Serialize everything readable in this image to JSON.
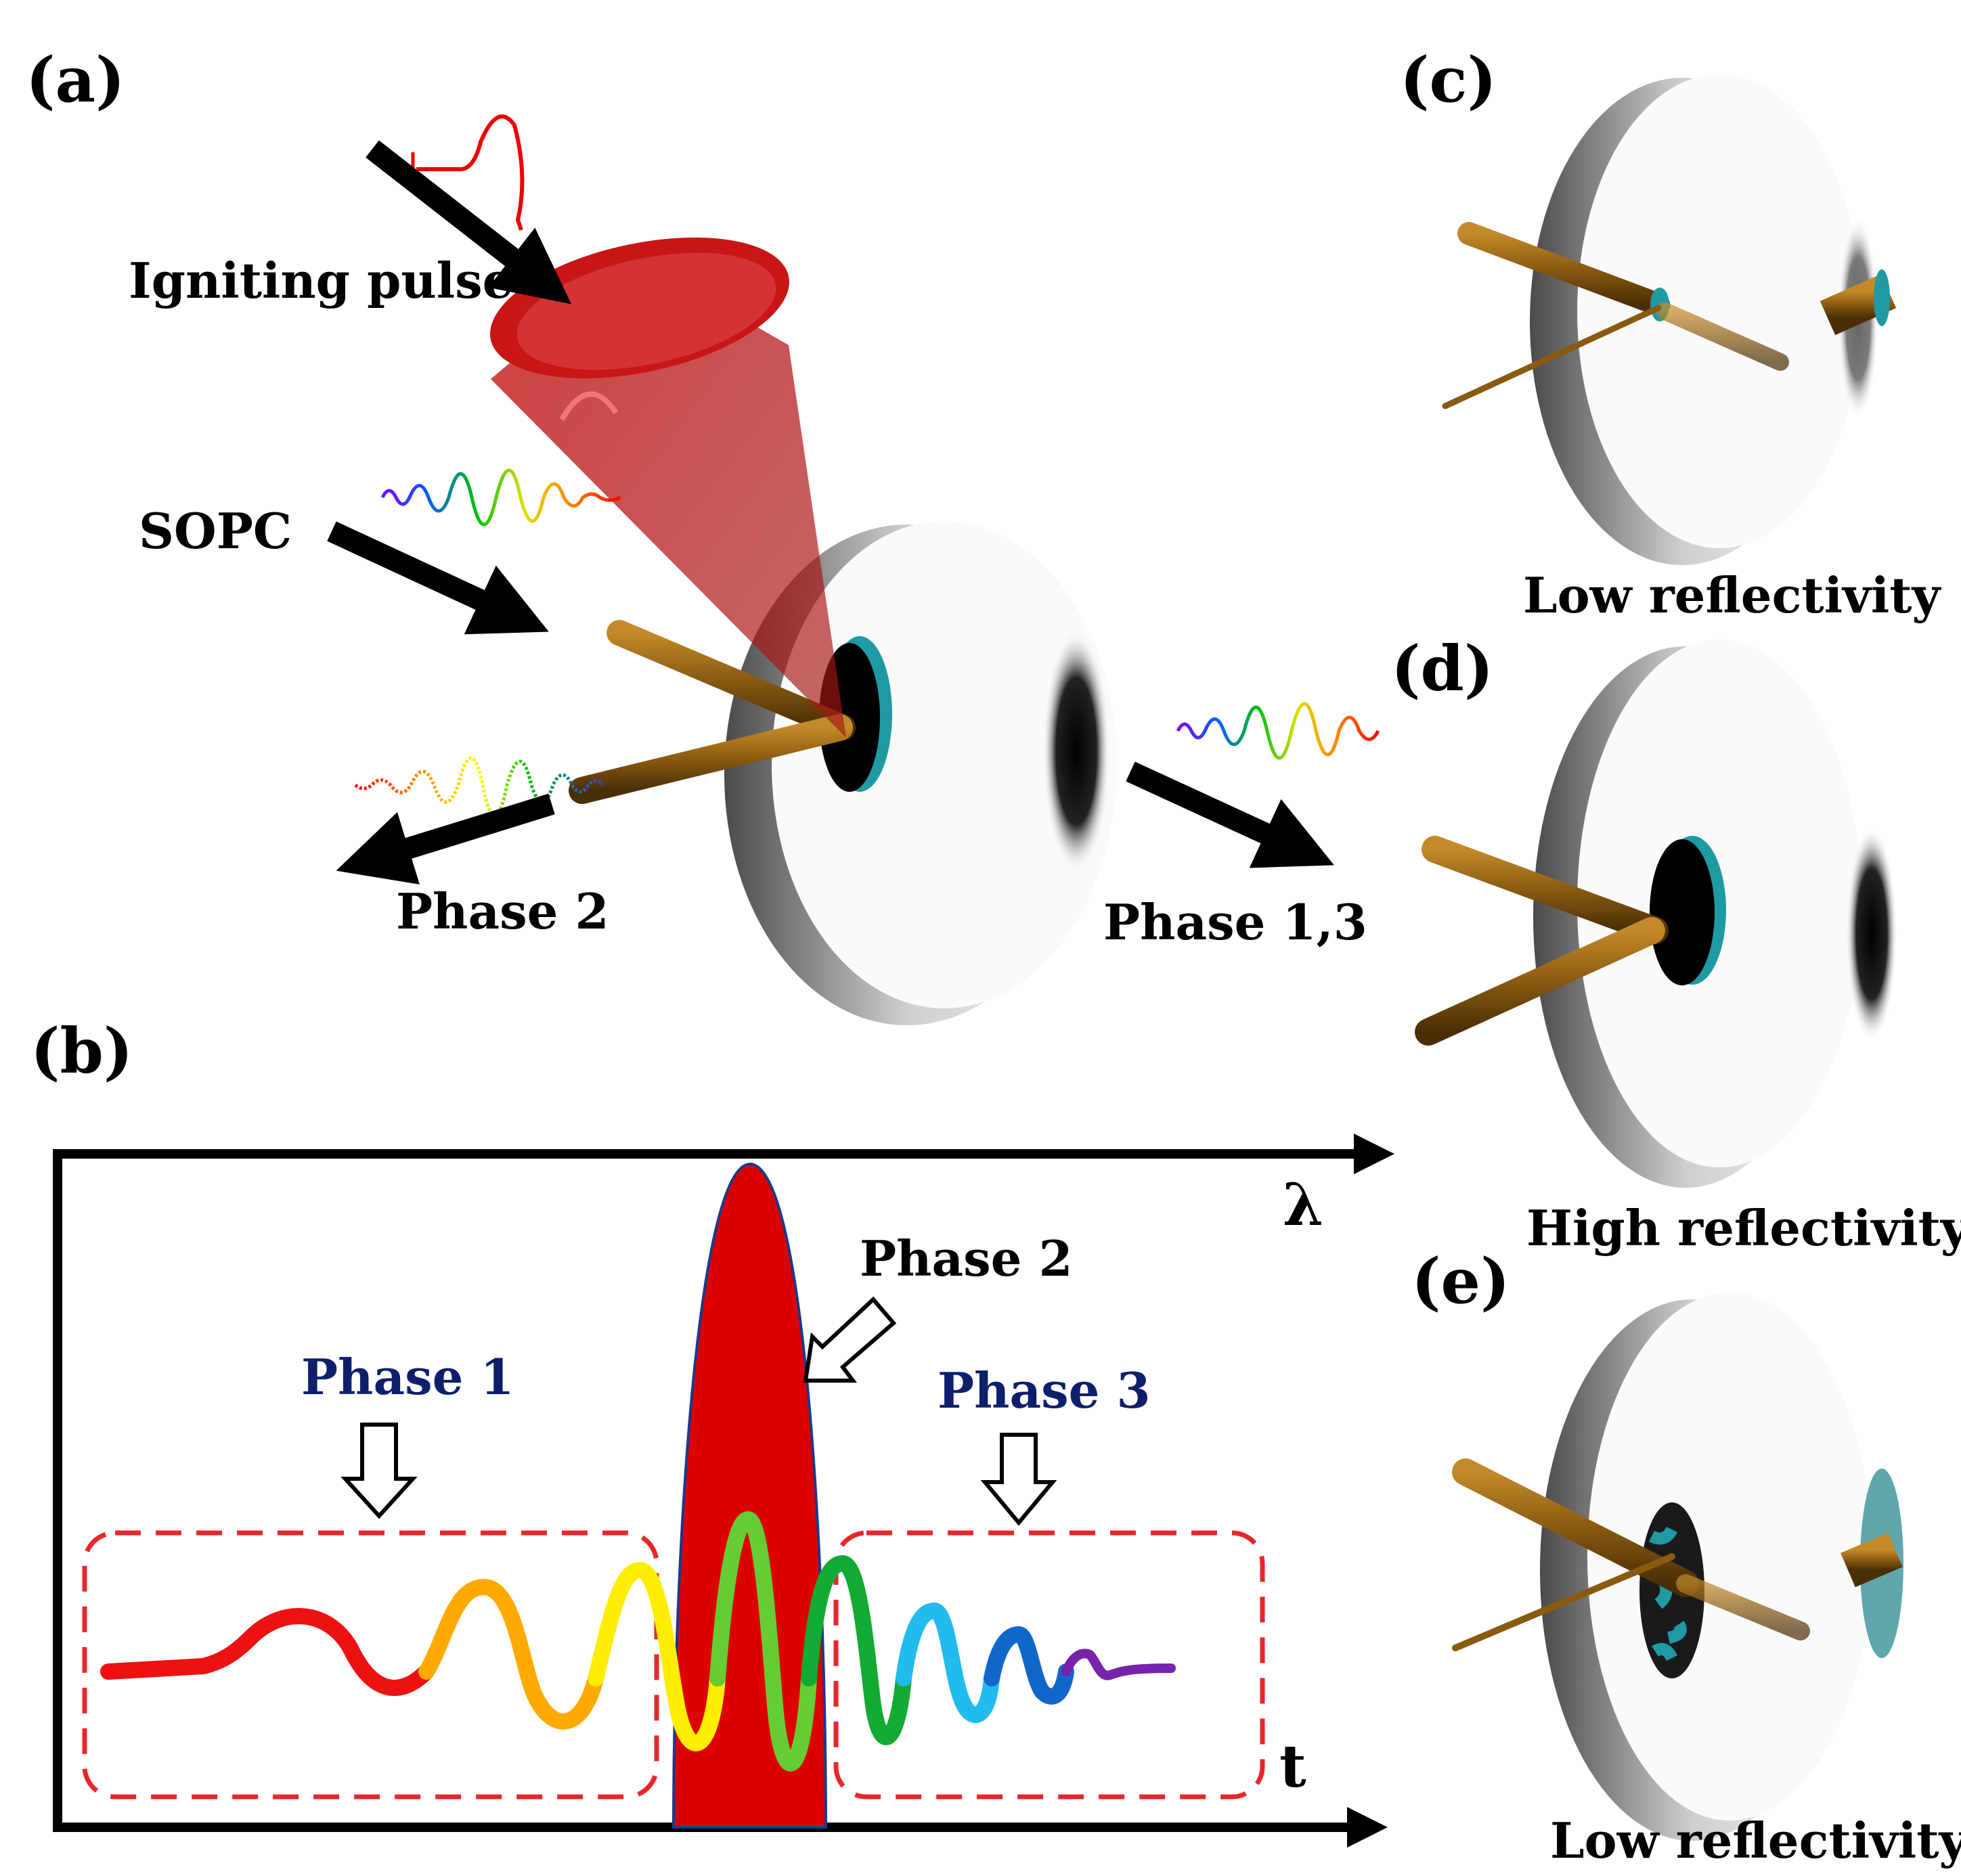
{
  "panel_labels": {
    "a": "(a)",
    "b": "(b)",
    "c": "(c)",
    "d": "(d)",
    "e": "(e)"
  },
  "panel_a": {
    "igniting_pulse": "Igniting pulse",
    "sopc": "SOPC",
    "phase_2": "Phase 2",
    "phase_1_3": "Phase 1,3"
  },
  "panel_b": {
    "lambda_axis": "λ",
    "time_axis": "t",
    "phase_1": "Phase 1",
    "phase_2": "Phase 2",
    "phase_3": "Phase 3"
  },
  "panel_c": {
    "caption": "Low reflectivity"
  },
  "panel_d": {
    "caption": "High reflectivity"
  },
  "panel_e": {
    "caption": "Low reflectivity"
  },
  "colors": {
    "pulse_red": "#dd0000",
    "dashed_box": "#e8262a",
    "phase_label_blue": "#0d1f6b",
    "rod_brown": "#8a5a10",
    "teal": "#1f9aa3"
  }
}
